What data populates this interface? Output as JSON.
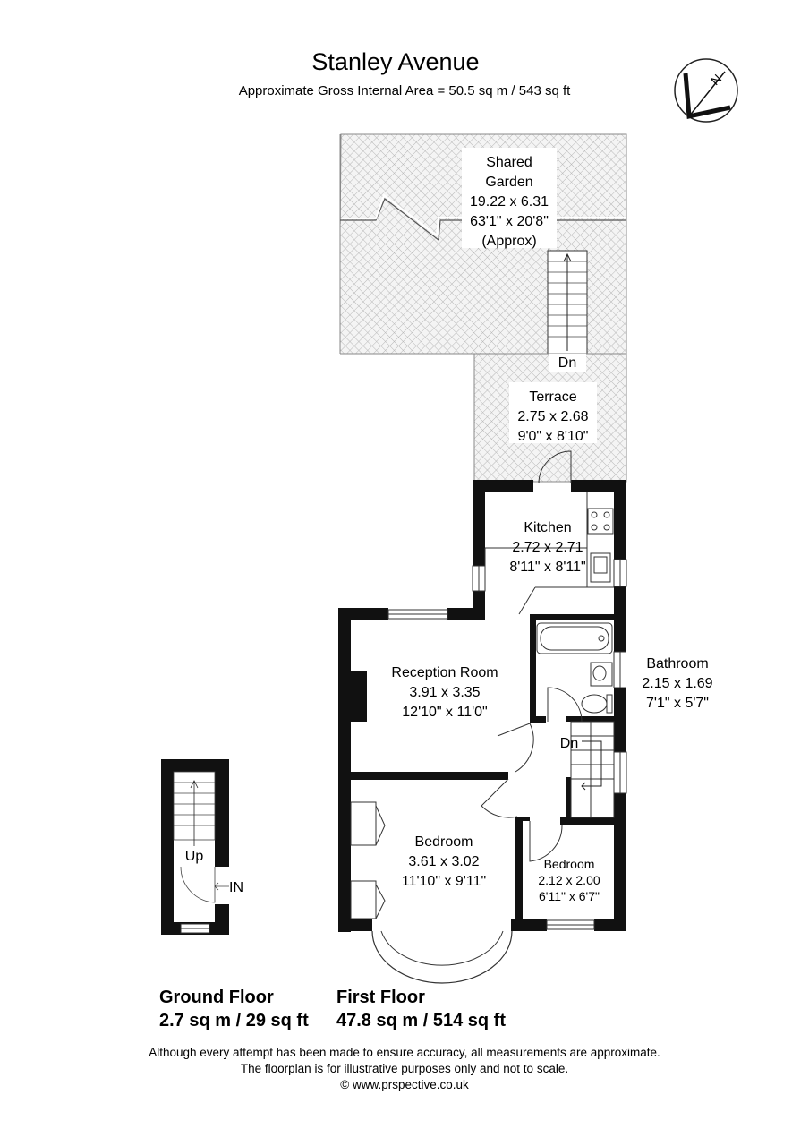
{
  "header": {
    "title": "Stanley Avenue",
    "gross_area": "Approximate Gross Internal Area =  50.5 sq m / 543 sq ft"
  },
  "compass": {
    "label": "N"
  },
  "rooms": {
    "garden": {
      "name_line1": "Shared",
      "name_line2": "Garden",
      "metric": "19.22 x 6.31",
      "imperial": "63'1\" x 20'8\"",
      "note": "(Approx)"
    },
    "terrace": {
      "name": "Terrace",
      "metric": "2.75 x 2.68",
      "imperial": "9'0\" x 8'10\""
    },
    "kitchen": {
      "name": "Kitchen",
      "metric": "2.72 x 2.71",
      "imperial": "8'11\" x 8'11\""
    },
    "bathroom": {
      "name": "Bathroom",
      "metric": "2.15 x 1.69",
      "imperial": "7'1\" x 5'7\""
    },
    "reception": {
      "name": "Reception Room",
      "metric": "3.91 x 3.35",
      "imperial": "12'10\" x 11'0\""
    },
    "bedroom1": {
      "name": "Bedroom",
      "metric": "3.61 x 3.02",
      "imperial": "11'10\" x 9'11\""
    },
    "bedroom2": {
      "name": "Bedroom",
      "metric": "2.12 x 2.00",
      "imperial": "6'11\" x 6'7\""
    }
  },
  "stairs": {
    "garden_down": "Dn",
    "landing_down": "Dn",
    "ground_up": "Up",
    "entrance": "IN"
  },
  "floors": {
    "ground": {
      "name": "Ground Floor",
      "area": "2.7 sq m / 29 sq ft"
    },
    "first": {
      "name": "First Floor",
      "area": "47.8 sq m / 514 sq ft"
    }
  },
  "footer": {
    "line1": "Although every attempt has been made to ensure accuracy, all measurements are approximate.",
    "line2": "The floorplan is for illustrative purposes only and not to scale.",
    "line3": "© www.prspective.co.uk"
  },
  "colors": {
    "wall": "#111111",
    "hatch": "#bdbdbd",
    "line": "#333333"
  }
}
